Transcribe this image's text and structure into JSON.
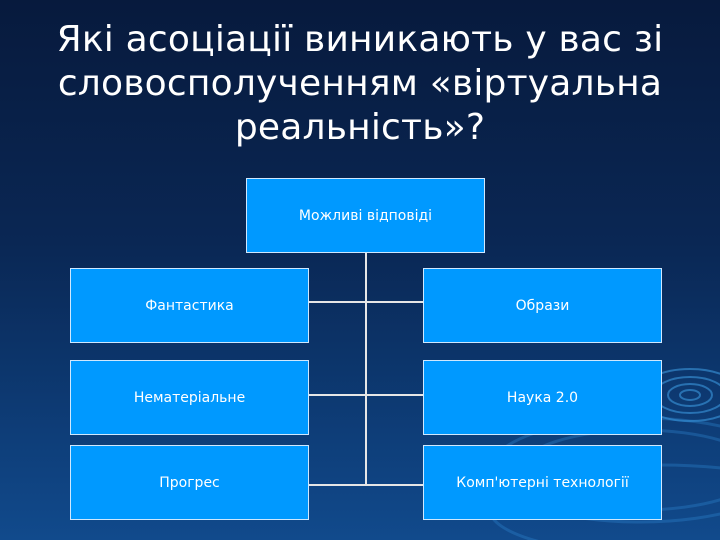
{
  "title": "Які асоціації виникають у вас зі словосполученням «віртуальна реальність»?",
  "root": {
    "label": "Можливі відповіді"
  },
  "left": [
    {
      "label": "Фантастика"
    },
    {
      "label": "Нематеріальне"
    },
    {
      "label": "Прогрес"
    }
  ],
  "right": [
    {
      "label": "Образи"
    },
    {
      "label": "Наука 2.0"
    },
    {
      "label": "Комп'ютерні технології"
    }
  ],
  "colors": {
    "box_fill": "#0099ff",
    "box_border": "#cfe8ff",
    "connector": "#e6e6e6",
    "title_text": "#ffffff"
  }
}
